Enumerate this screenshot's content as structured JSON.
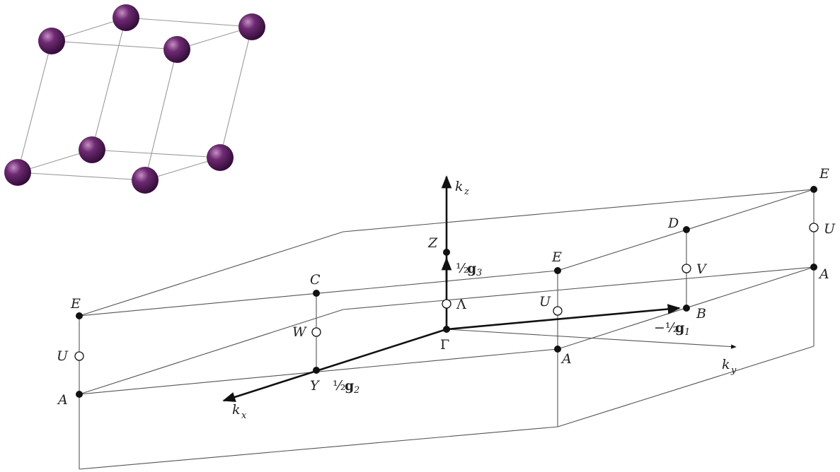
{
  "colors": {
    "atom": "#4a1550",
    "atom_highlight": "#a86aa8",
    "line": "#9a9a9a",
    "ink": "#111111"
  },
  "labels": {
    "E_left": "E",
    "E_mid": "E",
    "E_right": "E",
    "U_left": "U",
    "U_mid": "U",
    "U_right": "U",
    "A_left": "A",
    "A_mid": "A",
    "A_right": "A",
    "C": "C",
    "W": "W",
    "Y": "Y",
    "Gamma": "Γ",
    "Lambda": "Λ",
    "Z": "Z",
    "D": "D",
    "V": "V",
    "B": "B"
  },
  "axes": {
    "kz": "k",
    "kz_sub": "z",
    "kx": "k",
    "kx_sub": "x",
    "ky": "k",
    "ky_sub": "y"
  },
  "vectors": {
    "g3_coef": "½",
    "g3": "g",
    "g3_sub": "3",
    "g2_coef": "½",
    "g2": "g",
    "g2_sub": "2",
    "g1_coef": "−½",
    "g1": "g",
    "g1_sub": "1"
  }
}
